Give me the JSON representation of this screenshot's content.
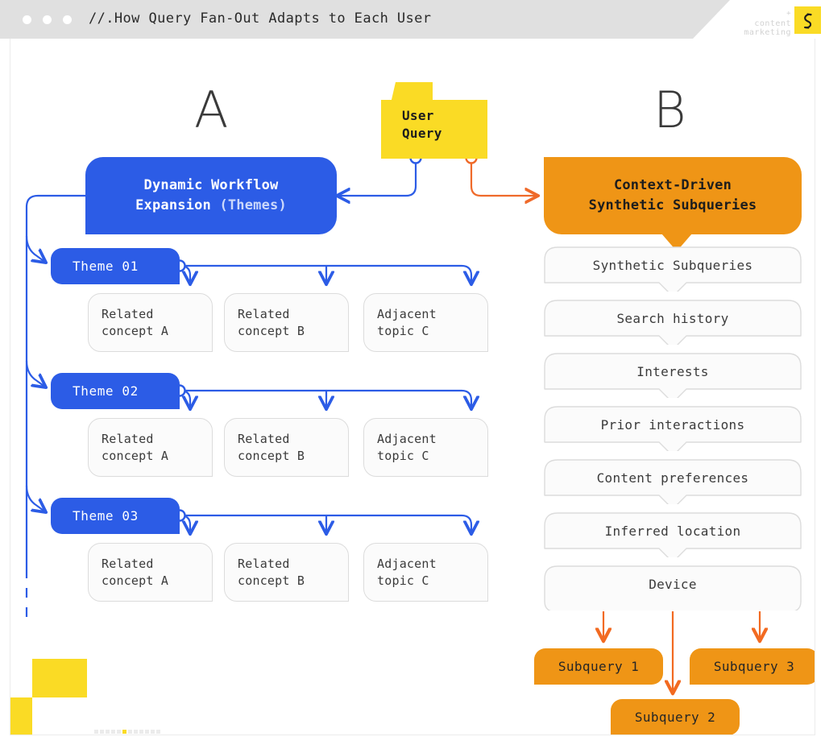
{
  "window": {
    "title": "//.How Query Fan-Out Adapts to Each User",
    "traffic_dots": [
      "dot-1",
      "dot-2",
      "dot-3"
    ],
    "brand": {
      "plus": "+",
      "line1": "content",
      "line2": "marketing",
      "mark_icon": "logo-mark-icon"
    }
  },
  "colors": {
    "blue": "#2c5ce6",
    "orange": "#ef9516",
    "yellow": "#fadb25",
    "card_border": "#dcdcdc",
    "text_dark": "#3b3b3b",
    "header_bg": "#e0e0e0"
  },
  "sections": {
    "left_letter": "A",
    "right_letter": "B"
  },
  "user_query": {
    "line1": "User",
    "line2": "Query"
  },
  "left_panel": {
    "headline_line1": "Dynamic Workflow",
    "headline_line2_strong": "Expansion",
    "headline_line2_dim": "(Themes)",
    "themes": [
      {
        "label": "Theme 01",
        "children": [
          {
            "line1": "Related",
            "line2": "concept A"
          },
          {
            "line1": "Related",
            "line2": "concept B"
          },
          {
            "line1": "Adjacent",
            "line2": "topic C"
          }
        ]
      },
      {
        "label": "Theme 02",
        "children": [
          {
            "line1": "Related",
            "line2": "concept A"
          },
          {
            "line1": "Related",
            "line2": "concept B"
          },
          {
            "line1": "Adjacent",
            "line2": "topic C"
          }
        ]
      },
      {
        "label": "Theme 03",
        "children": [
          {
            "line1": "Related",
            "line2": "concept A"
          },
          {
            "line1": "Related",
            "line2": "concept B"
          },
          {
            "line1": "Adjacent",
            "line2": "topic C"
          }
        ]
      }
    ]
  },
  "right_panel": {
    "headline_line1": "Context-Driven",
    "headline_line2": "Synthetic Subqueries",
    "steps": [
      "Synthetic Subqueries",
      "Search history",
      "Interests",
      "Prior interactions",
      "Content preferences",
      "Inferred location",
      "Device"
    ],
    "subqueries": [
      "Subquery 1",
      "Subquery 2",
      "Subquery 3"
    ]
  }
}
